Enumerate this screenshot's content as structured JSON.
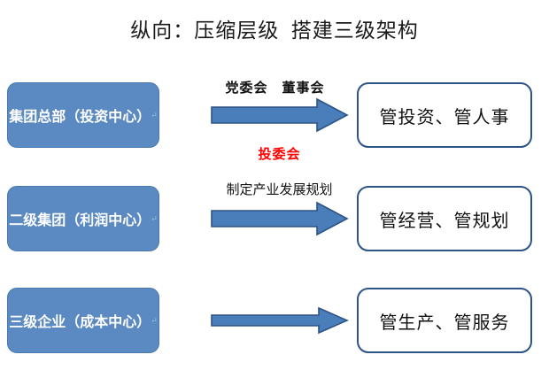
{
  "title": "纵向：压缩层级  搭建三级架构",
  "theme": {
    "left_box_fill": "#5b8ac2",
    "left_box_border": "#4a79ad",
    "left_box_text": "#ffffff",
    "right_box_fill": "#ffffff",
    "right_box_border": "#2e5387",
    "right_box_text": "#111111",
    "arrow_fill": "#4a7ebb",
    "arrow_border": "#2e5387",
    "highlight_text": "#ff0000",
    "background": "#ffffff"
  },
  "rows": [
    {
      "id": "row-1",
      "left_label": "集团总部（投资中心）",
      "left_marker": "↵",
      "arrow_caption_top": "党委会　董事会",
      "arrow_caption_bottom": "投委会",
      "arrow_icon": "right-block-arrow-icon",
      "right_label": "管投资、管人事"
    },
    {
      "id": "row-2",
      "left_label": "二级集团（利润中心）",
      "left_marker": "↵",
      "arrow_caption_top": "制定产业发展规划",
      "arrow_caption_bottom": "",
      "arrow_icon": "right-block-arrow-icon",
      "right_label": "管经营、管规划"
    },
    {
      "id": "row-3",
      "left_label": "三级企业（成本中心）",
      "left_marker": "↵",
      "arrow_caption_top": "",
      "arrow_caption_bottom": "",
      "arrow_icon": "right-block-arrow-icon",
      "right_label": "管生产、管服务"
    }
  ]
}
